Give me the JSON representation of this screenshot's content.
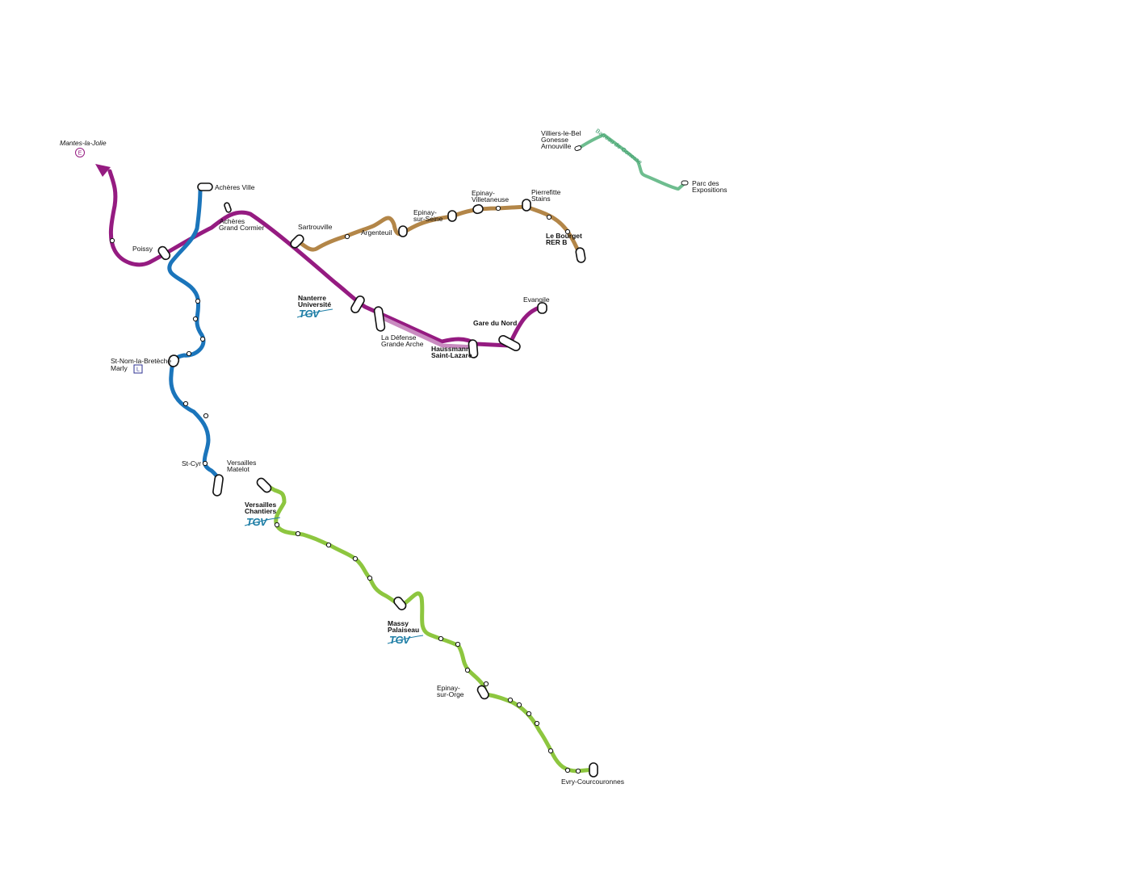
{
  "colors": {
    "purple": "#951b81",
    "purple_light": "#c98bc0",
    "blue": "#1b75bb",
    "brown": "#b38648",
    "green": "#8dc63f",
    "mint": "#6ebd8f",
    "tgv": "#1e7ea6",
    "badge_e": "#951b81",
    "badge_l": "#2e3192"
  },
  "stations": {
    "mantes": "Mantes-la-Jolie",
    "poissy": "Poissy",
    "acheres_ville": "Achères Ville",
    "acheres_gc_1": "Achères",
    "acheres_gc_2": "Grand Cormier",
    "sartrouville": "Sartrouville",
    "argenteuil": "Argenteuil",
    "epinay_seine_1": "Epinay-",
    "epinay_seine_2": "sur-Seine",
    "epinay_villetaneuse_1": "Epinay-",
    "epinay_villetaneuse_2": "Villetaneuse",
    "pierrefitte_1": "Pierrefitte",
    "pierrefitte_2": "Stains",
    "le_bourget_1": "Le Bourget",
    "le_bourget_2": "RER B",
    "villiers_1": "Villiers-le-Bel",
    "villiers_2": "Gonesse",
    "villiers_3": "Arnouville",
    "parc_expo_1": "Parc des",
    "parc_expo_2": "Expositions",
    "nanterre_1": "Nanterre",
    "nanterre_2": "Université",
    "la_defense_1": "La Défense",
    "la_defense_2": "Grande Arche",
    "haussmann_1": "Haussmann",
    "haussmann_2": "Saint-Lazare",
    "gare_du_nord": "Gare du Nord",
    "evangile": "Evangile",
    "st_nom_1": "St-Nom-la-Bretèche",
    "st_nom_2": "Marly",
    "st_cyr": "St-Cyr",
    "versailles_matelot_1": "Versailles",
    "versailles_matelot_2": "Matelot",
    "versailles_chantiers_1": "Versailles",
    "versailles_chantiers_2": "Chantiers",
    "massy_1": "Massy",
    "massy_2": "Palaiseau",
    "epinay_orge_1": "Epinay-",
    "epinay_orge_2": "sur-Orge",
    "evry": "Evry-Courcouronnes"
  },
  "line_names": {
    "barreau": "Barreau de Gonesse"
  },
  "badges": {
    "rer_e": "E",
    "transilien_l": "L",
    "tgv": "TGV"
  }
}
